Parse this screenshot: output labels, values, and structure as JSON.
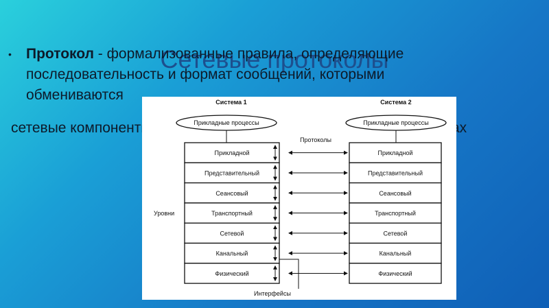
{
  "slide": {
    "title": "Сетевые протоколы",
    "bullet_term": "Протокол",
    "bullet_rest": " - формализованные правила, определяющие последовательность и формат сообщений, которыми обмениваются",
    "continuation": "сетевые компоненты, лежащие на одном уровне, но в разных узлах"
  },
  "diagram": {
    "system1": "Система 1",
    "system2": "Система 2",
    "app_processes": "Прикладные процессы",
    "protocols": "Протоколы",
    "levels": "Уровни",
    "interfaces": "Интерфейсы",
    "layers": [
      "Прикладной",
      "Представительный",
      "Сеансовый",
      "Транспортный",
      "Сетевой",
      "Канальный",
      "Физический"
    ]
  }
}
